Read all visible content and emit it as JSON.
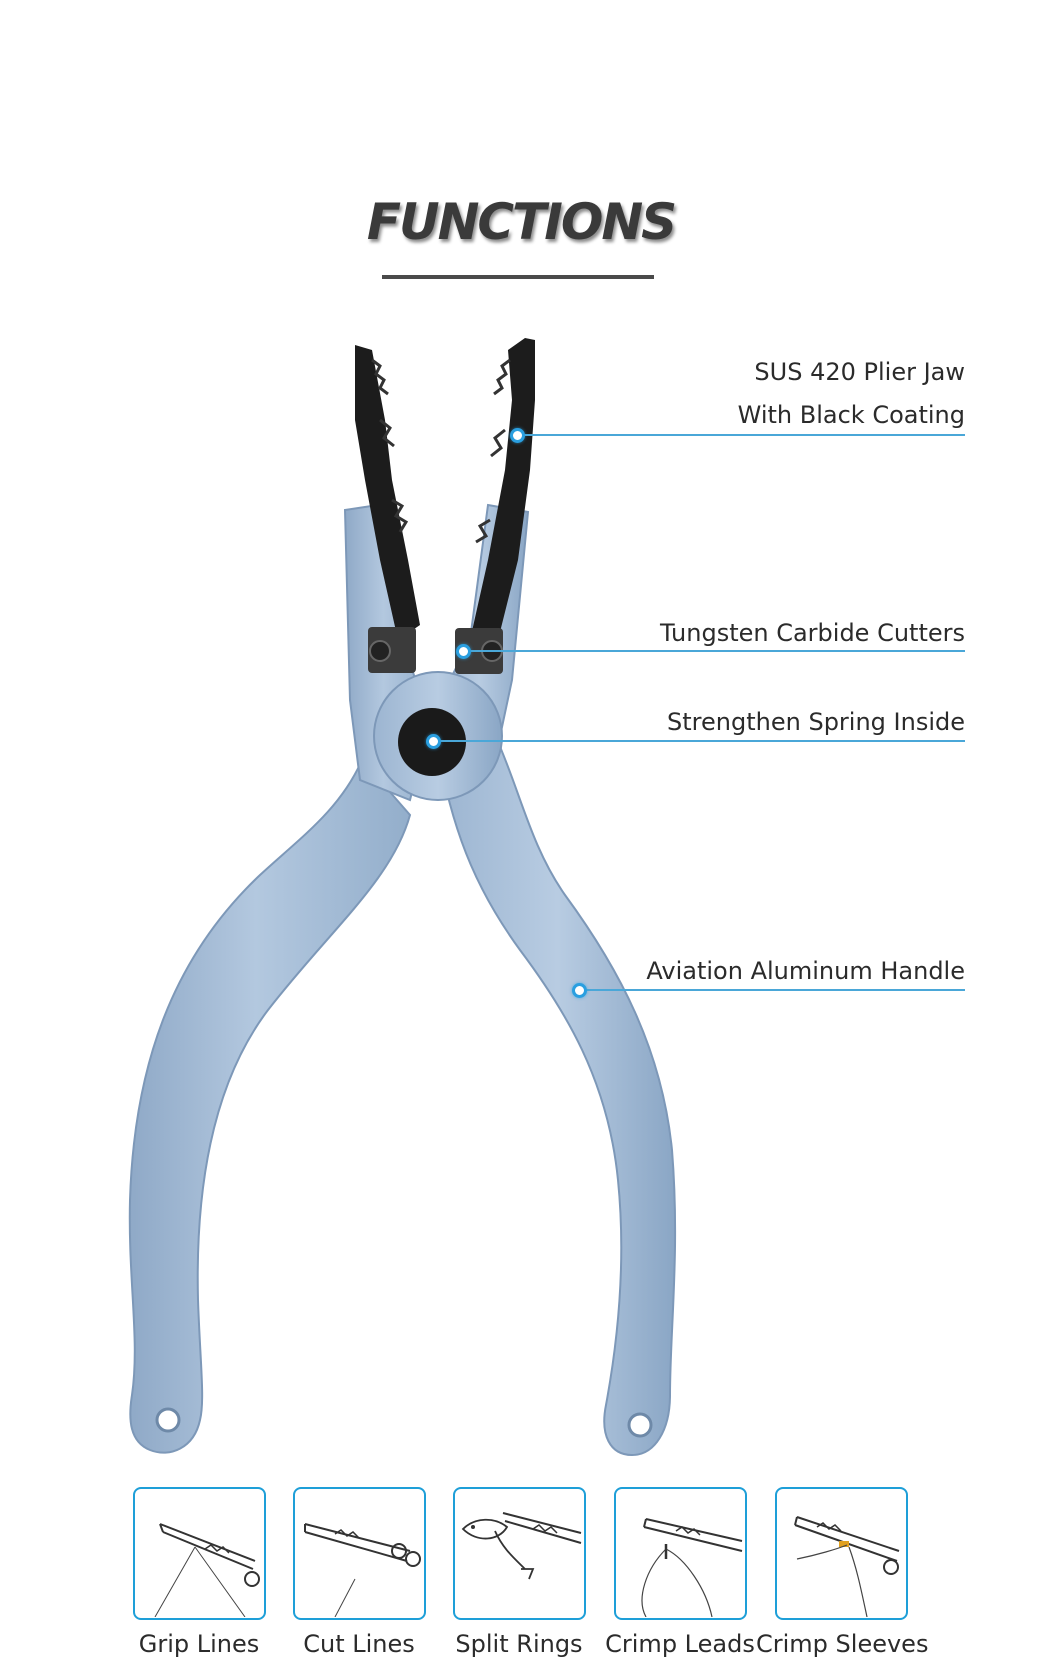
{
  "title": "FUNCTIONS",
  "colors": {
    "accent": "#1e9fd8",
    "handle": "#a7bfd9",
    "jaw": "#1c1c1c",
    "title": "#3a3a3a"
  },
  "callouts": [
    {
      "lines": [
        "SUS 420 Plier Jaw",
        "With Black Coating"
      ]
    },
    {
      "lines": [
        "Tungsten Carbide Cutters"
      ]
    },
    {
      "lines": [
        "Strengthen Spring Inside"
      ]
    },
    {
      "lines": [
        "Aviation Aluminum Handle"
      ]
    }
  ],
  "functions": [
    {
      "label": "Grip Lines",
      "icon": "grip-lines-icon"
    },
    {
      "label": "Cut Lines",
      "icon": "cut-lines-icon"
    },
    {
      "label": "Split Rings",
      "icon": "split-rings-icon"
    },
    {
      "label": "Crimp Leads",
      "icon": "crimp-leads-icon"
    },
    {
      "label": "Crimp Sleeves",
      "icon": "crimp-sleeves-icon"
    }
  ]
}
